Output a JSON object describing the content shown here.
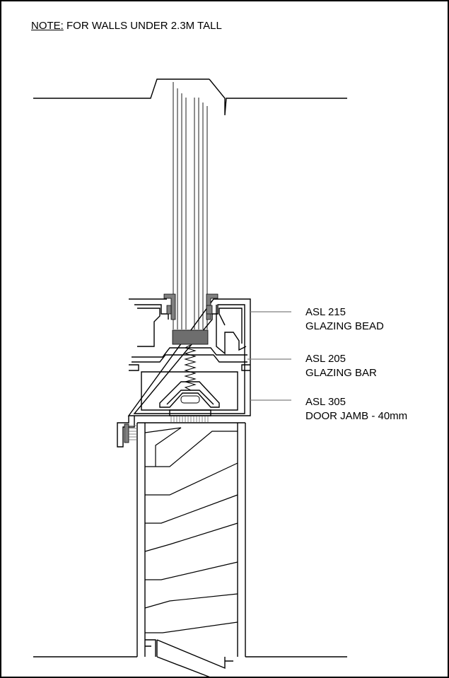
{
  "note": {
    "prefix": "NOTE:",
    "text": " FOR WALLS UNDER 2.3M TALL"
  },
  "callouts": [
    {
      "code": "ASL 215",
      "name": "GLAZING BEAD"
    },
    {
      "code": "ASL 205",
      "name": "GLAZING BAR"
    },
    {
      "code": "ASL 305",
      "name": "DOOR JAMB - 40mm"
    }
  ],
  "colors": {
    "line": "#000000",
    "leader": "#808080",
    "gasket": "#808080",
    "setting_block": "#6e6e6e",
    "glass_lines": "#444444"
  }
}
